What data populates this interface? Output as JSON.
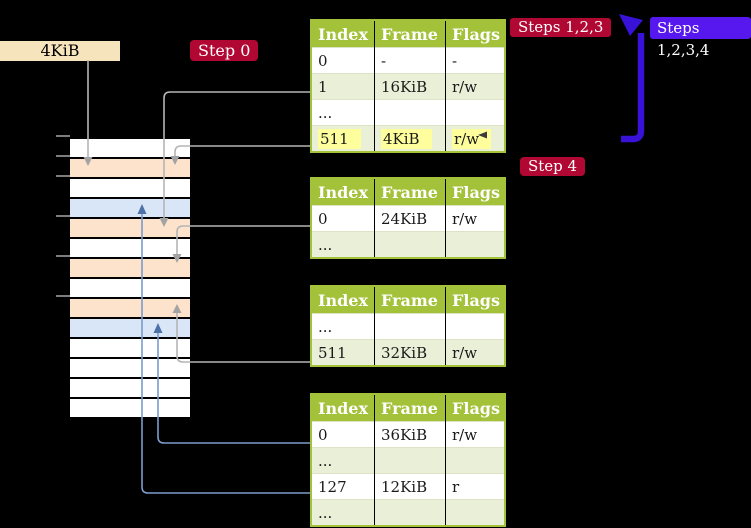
{
  "colors": {
    "crimson": "#b00733",
    "violet": "#5618ee",
    "bigarrow": "#3912d7",
    "green": "#a3c139",
    "shade": "#eaf0d8",
    "peach": "#fde3cc",
    "bluerow": "#d9e6f7",
    "hly": "#feff9c",
    "wheat": "#f6e5bc"
  },
  "labels": {
    "page_size": "4KiB",
    "step0": "Step 0",
    "steps123": "Steps 1,2,3",
    "steps1234": "Steps 1,2,3,4",
    "step4": "Step 4"
  },
  "tables": [
    {
      "name": "page-table-level-4",
      "headers": [
        "Index",
        "Frame",
        "Flags"
      ],
      "rows": [
        {
          "cells": [
            "0",
            "-",
            "-"
          ],
          "shade": false,
          "hl": false
        },
        {
          "cells": [
            "1",
            "16KiB",
            "r/w"
          ],
          "shade": true,
          "hl": false
        },
        {
          "cells": [
            "...",
            "",
            ""
          ],
          "shade": false,
          "hl": false
        },
        {
          "cells": [
            "511",
            "4KiB",
            "r/w"
          ],
          "shade": true,
          "hl": true
        }
      ]
    },
    {
      "name": "page-table-level-3",
      "headers": [
        "Index",
        "Frame",
        "Flags"
      ],
      "rows": [
        {
          "cells": [
            "0",
            "24KiB",
            "r/w"
          ],
          "shade": false,
          "hl": false
        },
        {
          "cells": [
            "...",
            "",
            ""
          ],
          "shade": true,
          "hl": false
        }
      ]
    },
    {
      "name": "page-table-level-2",
      "headers": [
        "Index",
        "Frame",
        "Flags"
      ],
      "rows": [
        {
          "cells": [
            "...",
            "",
            ""
          ],
          "shade": false,
          "hl": false
        },
        {
          "cells": [
            "511",
            "32KiB",
            "r/w"
          ],
          "shade": true,
          "hl": false
        }
      ]
    },
    {
      "name": "page-table-level-1",
      "headers": [
        "Index",
        "Frame",
        "Flags"
      ],
      "rows": [
        {
          "cells": [
            "0",
            "36KiB",
            "r/w"
          ],
          "shade": false,
          "hl": false
        },
        {
          "cells": [
            "...",
            "",
            ""
          ],
          "shade": true,
          "hl": false
        },
        {
          "cells": [
            "127",
            "12KiB",
            "r"
          ],
          "shade": false,
          "hl": false
        },
        {
          "cells": [
            "...",
            "",
            ""
          ],
          "shade": true,
          "hl": false
        }
      ]
    }
  ],
  "memory": {
    "rows": [
      "white",
      "peach",
      "white",
      "blue",
      "peach",
      "white",
      "peach",
      "white",
      "peach",
      "blue",
      "white",
      "white",
      "white",
      "white"
    ]
  }
}
